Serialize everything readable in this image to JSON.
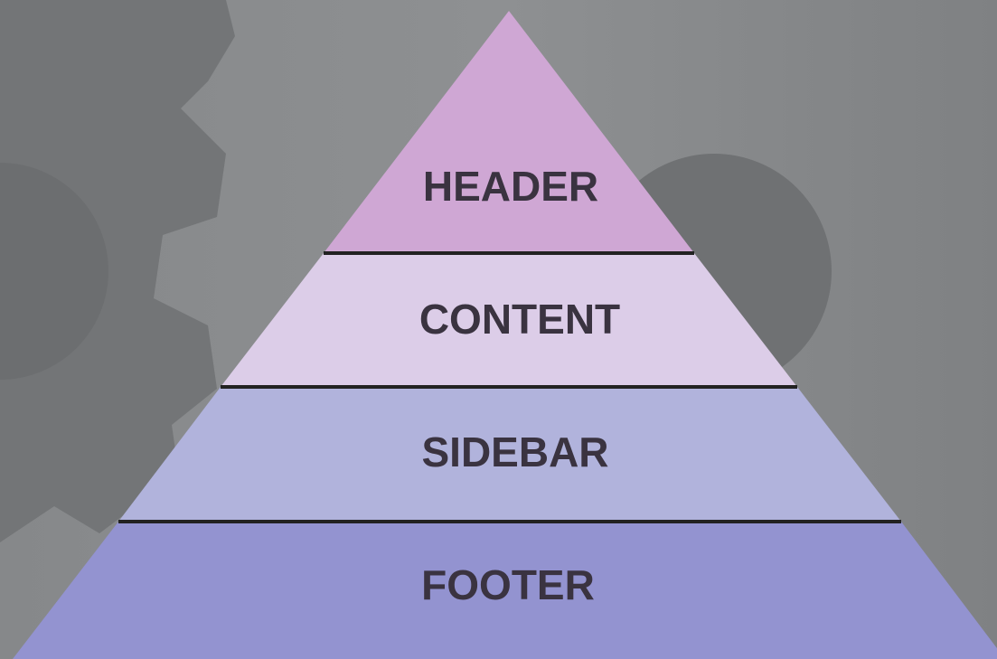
{
  "pyramid": {
    "layers": [
      {
        "label": "HEADER",
        "color": "#cfa7d4"
      },
      {
        "label": "CONTENT",
        "color": "#dccde8"
      },
      {
        "label": "SIDEBAR",
        "color": "#b1b3dc"
      },
      {
        "label": "FOOTER",
        "color": "#9393d0"
      }
    ],
    "divider_color": "#222222",
    "label_color": "#3a3340"
  },
  "background": {
    "base_color": "#8a8c8e",
    "decoration_color": "#737577",
    "icons": [
      "gear-icon",
      "circle-shape"
    ]
  }
}
